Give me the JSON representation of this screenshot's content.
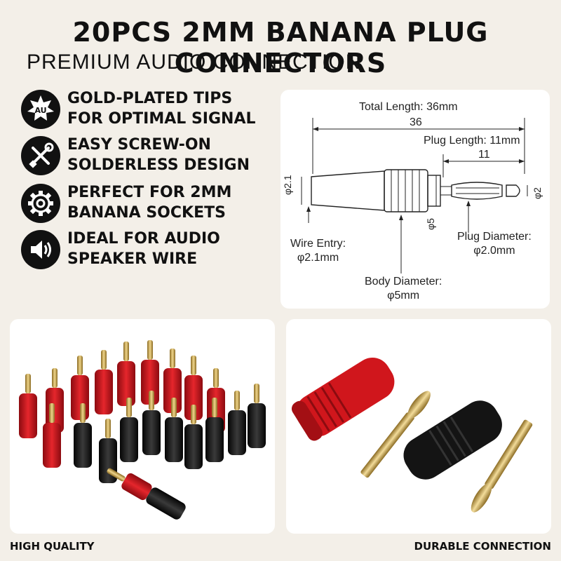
{
  "header": {
    "title": "20PCS 2MM BANANA PLUG CONNECTORS",
    "subtitle": "PREMIUM AUDIO CONNECTION"
  },
  "features": [
    {
      "icon": "gold-au-star-icon",
      "badge_text": "AU",
      "line1": "GOLD-PLATED TIPS",
      "line2": "FOR OPTIMAL SIGNAL"
    },
    {
      "icon": "wrench-screwdriver-icon",
      "line1": "EASY SCREW-ON",
      "line2": "SOLDERLESS DESIGN"
    },
    {
      "icon": "gear-icon",
      "line1": "PERFECT FOR 2MM",
      "line2": "BANANA SOCKETS"
    },
    {
      "icon": "speaker-icon",
      "line1": "IDEAL FOR AUDIO",
      "line2": "SPEAKER WIRE"
    }
  ],
  "diagram": {
    "total_length_label": "Total Length: 36mm",
    "total_length_value": "36",
    "plug_length_label": "Plug Length: 11mm",
    "plug_length_value": "11",
    "wire_dim": "φ2.1",
    "body_dim": "φ5",
    "tip_dim": "φ2",
    "wire_entry_line1": "Wire Entry:",
    "wire_entry_line2": "φ2.1mm",
    "plug_diameter_line1": "Plug Diameter:",
    "plug_diameter_line2": "φ2.0mm",
    "body_diameter_line1": "Body Diameter:",
    "body_diameter_line2": "φ5mm"
  },
  "captions": {
    "left": "HIGH QUALITY",
    "right": "DURABLE CONNECTION"
  },
  "colors": {
    "red": "#d0161c",
    "black": "#141414",
    "gold": "#c9a24a",
    "background": "#f3efe8"
  }
}
